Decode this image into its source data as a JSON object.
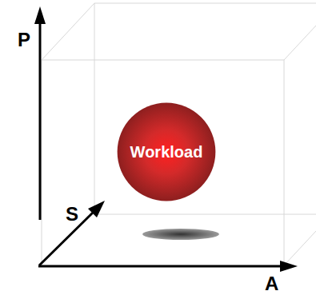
{
  "diagram": {
    "nodes": [
      {
        "text": [
          "Workload"
        ]
      }
    ],
    "labels": [
      "P",
      "S",
      "A"
    ]
  }
}
